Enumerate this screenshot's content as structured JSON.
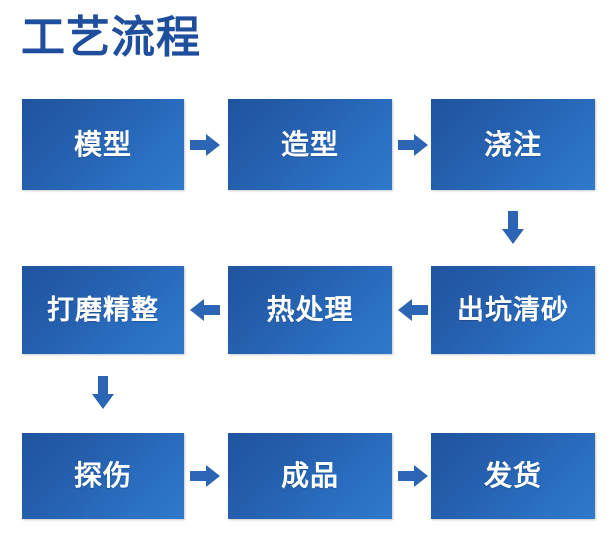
{
  "title": "工艺流程",
  "theme": {
    "title_color": "#1f4e9c",
    "box_gradient_start": "#1f539f",
    "box_gradient_end": "#2f79cb",
    "box_text_color": "#ffffff",
    "arrow_color": "#2b65b4",
    "background": "#ffffff"
  },
  "flow": {
    "rows": [
      {
        "direction": "left-to-right",
        "nodes": [
          {
            "label": "模型"
          },
          {
            "label": "造型"
          },
          {
            "label": "浇注"
          }
        ]
      },
      {
        "direction": "right-to-left",
        "nodes": [
          {
            "label": "打磨精整"
          },
          {
            "label": "热处理"
          },
          {
            "label": "出坑清砂"
          }
        ]
      },
      {
        "direction": "left-to-right",
        "nodes": [
          {
            "label": "探伤"
          },
          {
            "label": "成品"
          },
          {
            "label": "发货"
          }
        ]
      }
    ],
    "connectors": [
      {
        "name": "arrow-row1-1-2",
        "icon": "arrow-right-icon"
      },
      {
        "name": "arrow-row1-2-3",
        "icon": "arrow-right-icon"
      },
      {
        "name": "arrow-row1-to-row2",
        "icon": "arrow-down-icon"
      },
      {
        "name": "arrow-row2-3-2",
        "icon": "arrow-left-icon"
      },
      {
        "name": "arrow-row2-2-1",
        "icon": "arrow-left-icon"
      },
      {
        "name": "arrow-row2-to-row3",
        "icon": "arrow-down-icon"
      },
      {
        "name": "arrow-row3-1-2",
        "icon": "arrow-right-icon"
      },
      {
        "name": "arrow-row3-2-3",
        "icon": "arrow-right-icon"
      }
    ]
  }
}
